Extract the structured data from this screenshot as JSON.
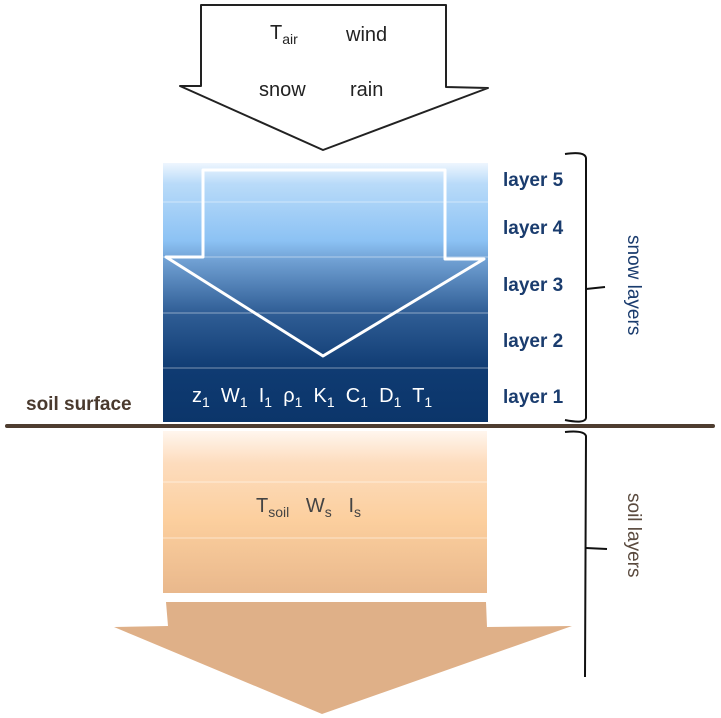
{
  "diagram": {
    "title": "Snow and soil layer model",
    "input_arrow": {
      "variables": [
        {
          "base": "T",
          "sub": "air"
        },
        {
          "base": "wind",
          "sub": ""
        },
        {
          "base": "snow",
          "sub": ""
        },
        {
          "base": "rain",
          "sub": ""
        }
      ]
    },
    "snow_layers": {
      "labels": [
        "layer 5",
        "layer 4",
        "layer 3",
        "layer 2",
        "layer 1"
      ],
      "layer1_variables": [
        {
          "base": "z",
          "sub": "1"
        },
        {
          "base": "W",
          "sub": "1"
        },
        {
          "base": "I",
          "sub": "1"
        },
        {
          "base": "ρ",
          "sub": "1"
        },
        {
          "base": "K",
          "sub": "1"
        },
        {
          "base": "C",
          "sub": "1"
        },
        {
          "base": "D",
          "sub": "1"
        },
        {
          "base": "T",
          "sub": "1"
        }
      ],
      "bracket_label": "snow layers"
    },
    "surface": {
      "label": "soil surface"
    },
    "soil_layers": {
      "variables": [
        {
          "base": "T",
          "sub": "soil"
        },
        {
          "base": "W",
          "sub": "s"
        },
        {
          "base": "I",
          "sub": "s"
        }
      ],
      "bracket_label": "soil layers"
    },
    "colors": {
      "snow_top": "#e3f0fd",
      "snow_mid": "#8fc3f5",
      "snow_bottom": "#0d3a70",
      "soil_light": "#fde2c6",
      "soil_dark": "#ecb98c",
      "soil_arrow": "#dfb088",
      "surface_line": "#4e3d30",
      "layer_label": "#1a3c6e",
      "soil_label": "#5a4a3e"
    }
  }
}
